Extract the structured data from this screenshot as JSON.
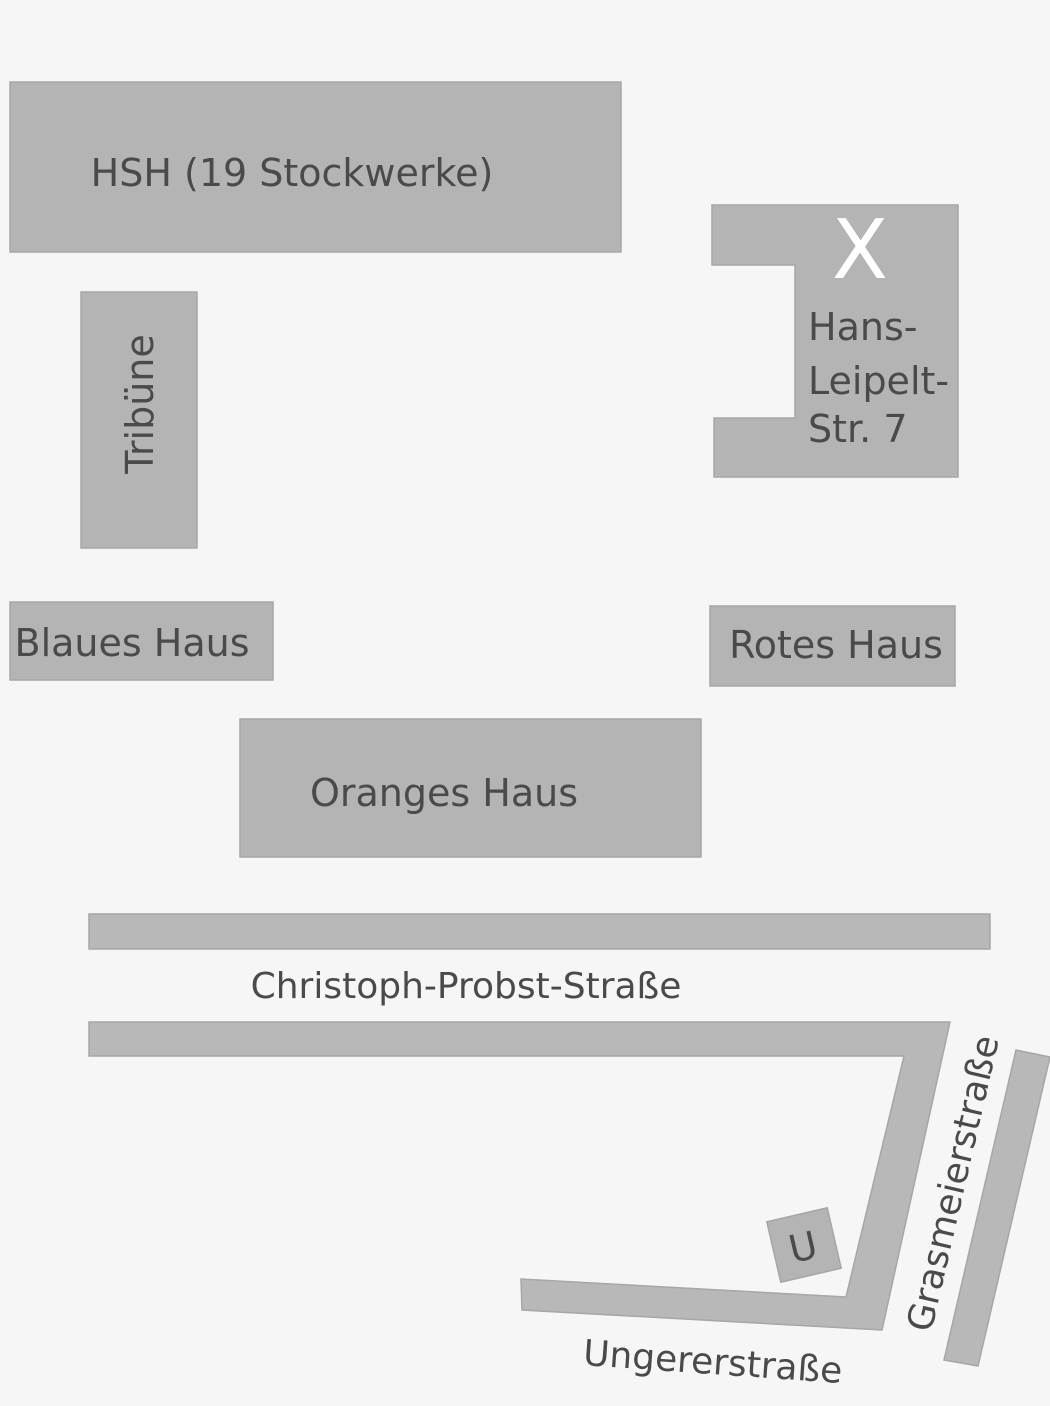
{
  "buildings": {
    "hsh": "HSH (19 Stockwerke)",
    "tribuene": "Tribüne",
    "hans_leipelt": [
      "Hans-",
      "Leipelt-",
      "Str. 7"
    ],
    "blaues_haus": "Blaues Haus",
    "rotes_haus": "Rotes Haus",
    "oranges_haus": "Oranges Haus"
  },
  "streets": {
    "christoph_probst": "Christoph-Probst-Straße",
    "grasmeier": "Grasmeierstraße",
    "ungerer": "Ungererstraße"
  },
  "markers": {
    "destination": "X",
    "subway": "U"
  },
  "colors": {
    "background": "#f6f6f6",
    "block": "#b4b4b4",
    "text": "#4a4a4a",
    "marker": "#ffffff"
  }
}
